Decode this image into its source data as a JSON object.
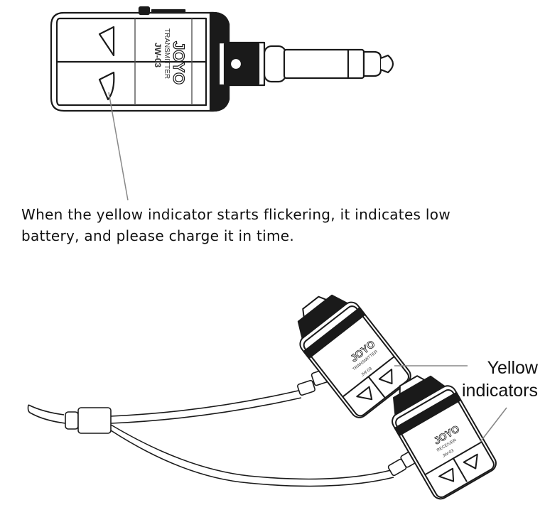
{
  "caption_line1": "When the yellow indicator starts flickering, it indicates low",
  "caption_line2": "battery, and please charge it in time.",
  "callout_line1": "Yellow",
  "callout_line2": "indicators",
  "device_brand": "JOYO",
  "transmitter_label": "TRANSMITTER",
  "model_label": "JW-03",
  "receiver_label": "RECEIVER",
  "colors": {
    "stroke": "#1a1a1a",
    "body": "#ffffff",
    "dark": "#1a1a1a",
    "leader": "#888888"
  }
}
